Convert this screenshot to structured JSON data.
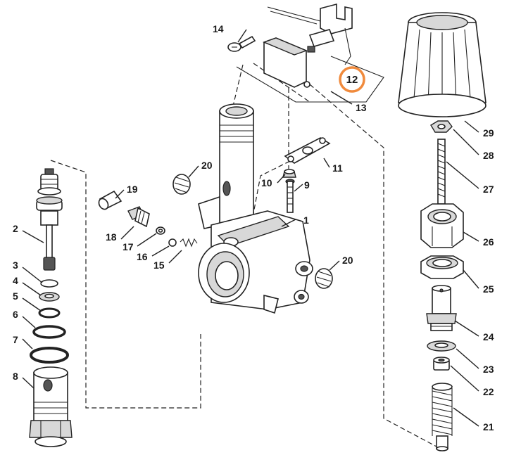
{
  "diagram": {
    "highlight_color": "#f08a3c",
    "highlighted_part": "12",
    "callouts": [
      {
        "id": "1",
        "label": "1"
      },
      {
        "id": "2",
        "label": "2"
      },
      {
        "id": "3",
        "label": "3"
      },
      {
        "id": "4",
        "label": "4"
      },
      {
        "id": "5",
        "label": "5"
      },
      {
        "id": "6",
        "label": "6"
      },
      {
        "id": "7",
        "label": "7"
      },
      {
        "id": "8",
        "label": "8"
      },
      {
        "id": "9",
        "label": "9"
      },
      {
        "id": "10",
        "label": "10"
      },
      {
        "id": "11",
        "label": "11"
      },
      {
        "id": "12",
        "label": "12"
      },
      {
        "id": "13",
        "label": "13"
      },
      {
        "id": "14",
        "label": "14"
      },
      {
        "id": "15",
        "label": "15"
      },
      {
        "id": "16",
        "label": "16"
      },
      {
        "id": "17",
        "label": "17"
      },
      {
        "id": "18",
        "label": "18"
      },
      {
        "id": "19",
        "label": "19"
      },
      {
        "id": "20a",
        "label": "20"
      },
      {
        "id": "20b",
        "label": "20"
      },
      {
        "id": "21",
        "label": "21"
      },
      {
        "id": "22",
        "label": "22"
      },
      {
        "id": "23",
        "label": "23"
      },
      {
        "id": "24",
        "label": "24"
      },
      {
        "id": "25",
        "label": "25"
      },
      {
        "id": "26",
        "label": "26"
      },
      {
        "id": "27",
        "label": "27"
      },
      {
        "id": "28",
        "label": "28"
      },
      {
        "id": "29",
        "label": "29"
      }
    ]
  }
}
